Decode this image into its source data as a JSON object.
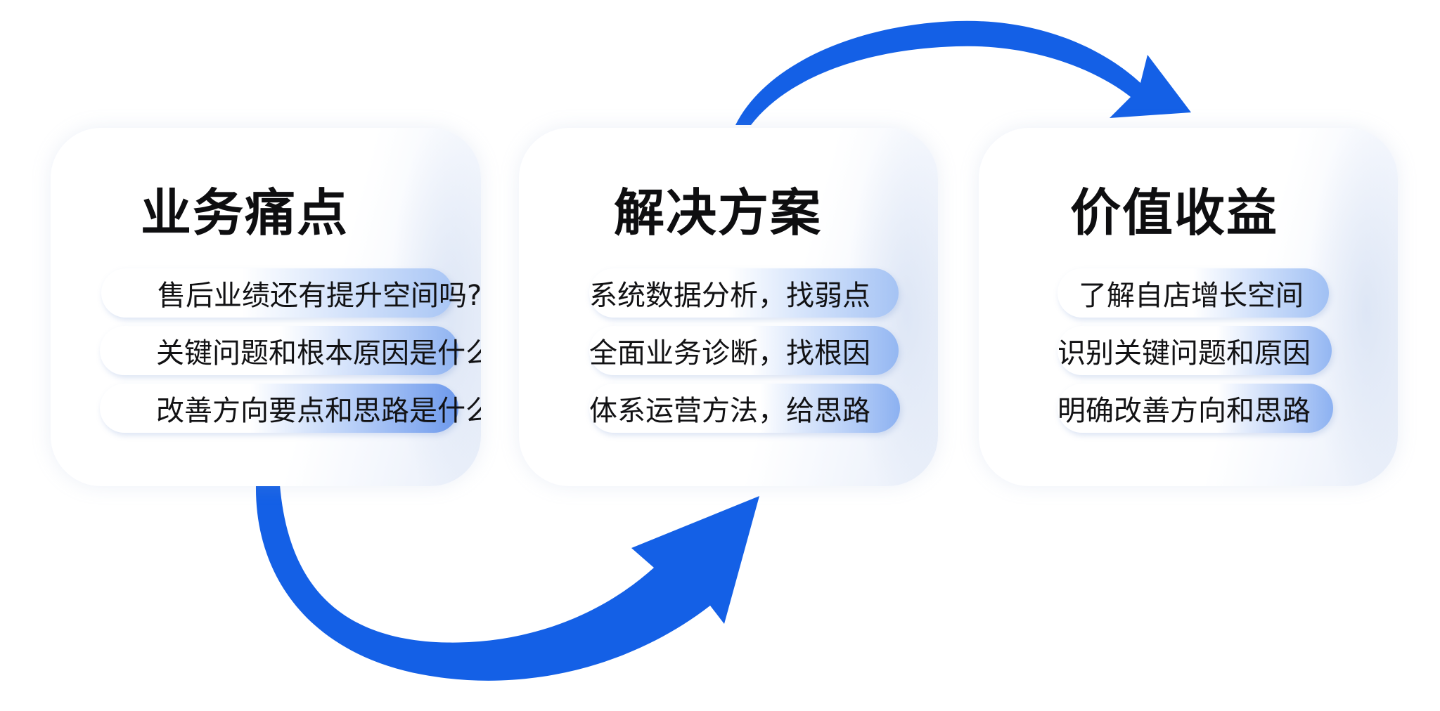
{
  "colors": {
    "arrow": "#1460e6",
    "title_text": "#0e0e10",
    "pill_accent": "#8fb3f1"
  },
  "cards": [
    {
      "title": "业务痛点",
      "items": [
        "售后业绩还有提升空间吗?",
        "关键问题和根本原因是什么?",
        "改善方向要点和思路是什么"
      ]
    },
    {
      "title": "解决方案",
      "items": [
        "系统数据分析，找弱点",
        "全面业务诊断，找根因",
        "体系运营方法，给思路"
      ]
    },
    {
      "title": "价值收益",
      "items": [
        "了解自店增长空间",
        "识别关键问题和原因",
        "明确改善方向和思路"
      ]
    }
  ]
}
